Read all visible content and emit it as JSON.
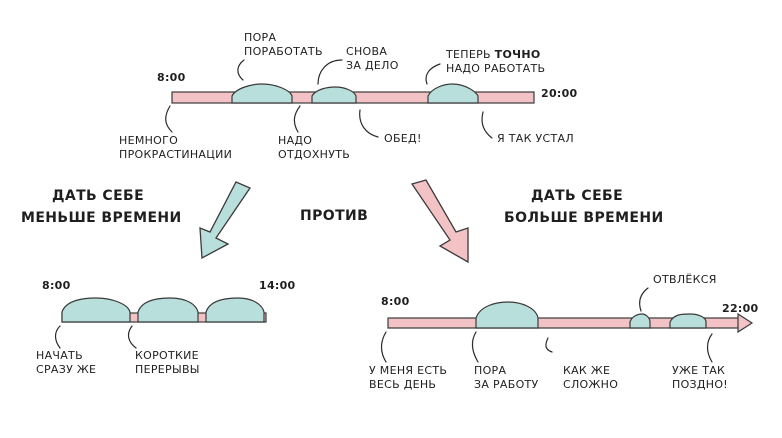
{
  "top": {
    "start_time": "8:00",
    "end_time": "20:00",
    "labels": {
      "procrastination_1": "НЕМНОГО",
      "procrastination_2": "ПРОКРАСТИНАЦИИ",
      "time_to_work_1": "ПОРА",
      "time_to_work_2": "ПОРАБОТАТЬ",
      "rest_1": "НАДО",
      "rest_2": "ОТДОХНУТЬ",
      "again_1": "СНОВА",
      "again_2": "ЗА ДЕЛО",
      "lunch": "ОБЕД!",
      "now_1a": "ТЕПЕРЬ ",
      "now_1b": "ТОЧНО",
      "now_2": "НАДО РАБОТАТЬ",
      "tired": "Я ТАК УСТАЛ"
    }
  },
  "middle": {
    "left_heading_1": "ДАТЬ СЕБЕ",
    "left_heading_2": "МЕНЬШЕ ВРЕМЕНИ",
    "versus": "ПРОТИВ",
    "right_heading_1": "ДАТЬ СЕБЕ",
    "right_heading_2": "БОЛЬШЕ ВРЕМЕНИ"
  },
  "left": {
    "start_time": "8:00",
    "end_time": "14:00",
    "labels": {
      "start_1": "НАЧАТЬ",
      "start_2": "СРАЗУ ЖЕ",
      "breaks_1": "КОРОТКИЕ",
      "breaks_2": "ПЕРЕРЫВЫ"
    }
  },
  "right": {
    "start_time": "8:00",
    "end_time": "22:00",
    "labels": {
      "whole_day_1": "У МЕНЯ ЕСТЬ",
      "whole_day_2": "ВЕСЬ ДЕНЬ",
      "time_1": "ПОРА",
      "time_2": "ЗА РАБОТУ",
      "hard_1": "КАК ЖЕ",
      "hard_2": "СЛОЖНО",
      "distracted": "ОТВЛЁКСЯ",
      "late_1": "УЖЕ ТАК",
      "late_2": "ПОЗДНО!"
    }
  },
  "colors": {
    "work": "#b9dfdc",
    "rest": "#f2c2c4",
    "ink": "#1f1f1f"
  }
}
